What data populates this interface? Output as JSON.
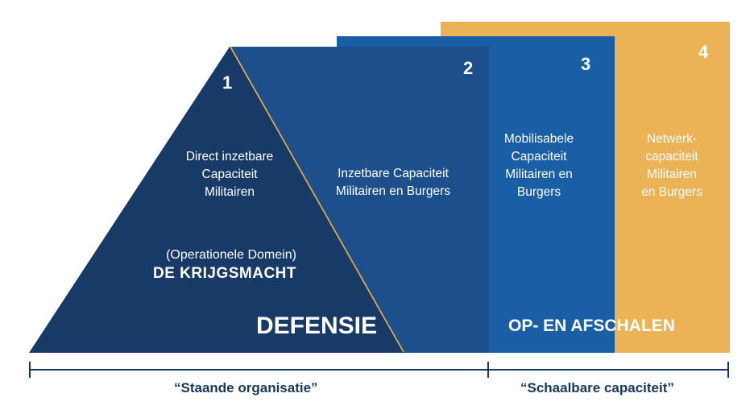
{
  "colors": {
    "dark_navy": "#173a67",
    "mid_blue": "#1d4f8c",
    "bright_blue": "#1a5ea6",
    "orange": "#ecb356",
    "divider_line": "#f1b04c",
    "bracket": "#17365d",
    "text": "#ffffff"
  },
  "zones": [
    {
      "number": "1",
      "lines": [
        "Direct inzetbare",
        "Capaciteit",
        "Militairen"
      ]
    },
    {
      "number": "2",
      "lines": [
        "Inzetbare Capaciteit",
        "Militairen en Burgers"
      ]
    },
    {
      "number": "3",
      "lines": [
        "Mobilisabele",
        "Capaciteit",
        "Militairen en",
        "Burgers"
      ]
    },
    {
      "number": "4",
      "lines": [
        "Netwerk-",
        "capaciteit",
        "Militairen",
        "en Burgers"
      ]
    }
  ],
  "domain": {
    "subtitle": "(Operationele Domein)",
    "title": "DE KRIJGSMACHT"
  },
  "defensie_label": "DEFENSIE",
  "scaling_label": "OP- EN AFSCHALEN",
  "brackets": {
    "left_caption": "“Staande organisatie”",
    "right_caption": "“Schaalbare capaciteit”"
  }
}
